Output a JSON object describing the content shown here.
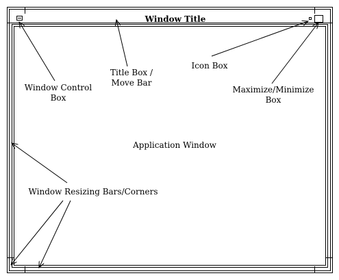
{
  "window": {
    "title": "Window Title"
  },
  "labels": {
    "window_control": [
      "Window Control",
      "Box"
    ],
    "title_box": [
      "Title Box /",
      "Move Bar"
    ],
    "icon_box": "Icon Box",
    "maximize_box": [
      "Maximize/Minimize",
      "Box"
    ],
    "application_window": "Application Window",
    "resizing": "Window Resizing Bars/Corners"
  }
}
